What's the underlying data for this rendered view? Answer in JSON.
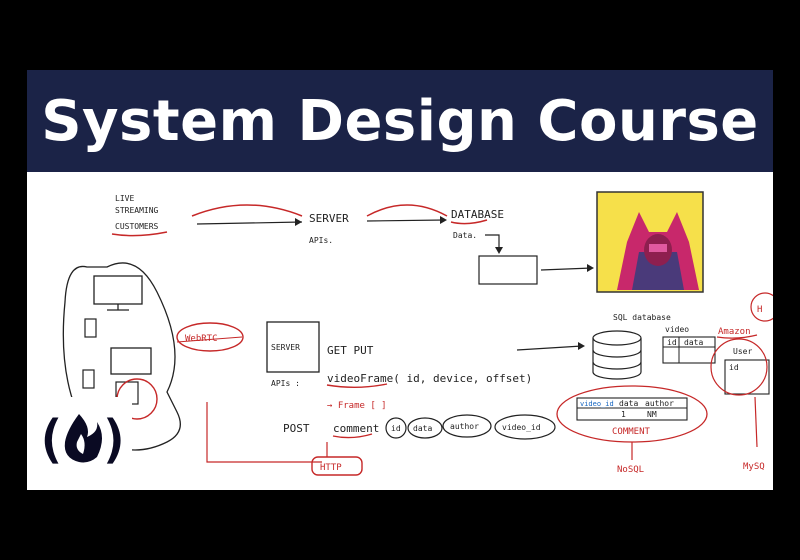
{
  "title": "System Design Course",
  "diagram": {
    "live_streaming_customers": [
      "LIVE",
      "STREAMING",
      "CUSTOMERS"
    ],
    "server_top": "SERVER",
    "apis_top": "APIs.",
    "database": "DATABASE",
    "data_label": "Data.",
    "webrtc": "WebRTC",
    "server_box": "SERVER",
    "apis_label": "APIs :",
    "get_put": "GET  PUT",
    "video_frame": "videoFrame( id, device, offset)",
    "frame_ret": "→ Frame [ ]",
    "post": "POST",
    "comment": "comment",
    "comment_fields": [
      "id",
      "data",
      "author",
      "video_id"
    ],
    "http": "HTTP",
    "sql_database": "SQL database",
    "video": "video",
    "video_cols": [
      "id",
      "data"
    ],
    "amazon": "Amazon",
    "user": "User",
    "user_col": "id",
    "nested_cols": [
      "video_id",
      "data",
      "author"
    ],
    "nested_vals": [
      "1",
      "NM"
    ],
    "comment_table": "COMMENT",
    "nosql": "NoSQL",
    "mysql": "MySQ",
    "hash": "H"
  },
  "colors": {
    "band": "#1b2347",
    "ink": "#222222",
    "red": "#c62828",
    "blue": "#1565c0",
    "logo_blue": "#0a0a23"
  },
  "icons": [
    "character-image",
    "fcc-logo-icon",
    "monitor-icon",
    "phone-icon",
    "tablet-icon",
    "database-cylinder-icon"
  ]
}
